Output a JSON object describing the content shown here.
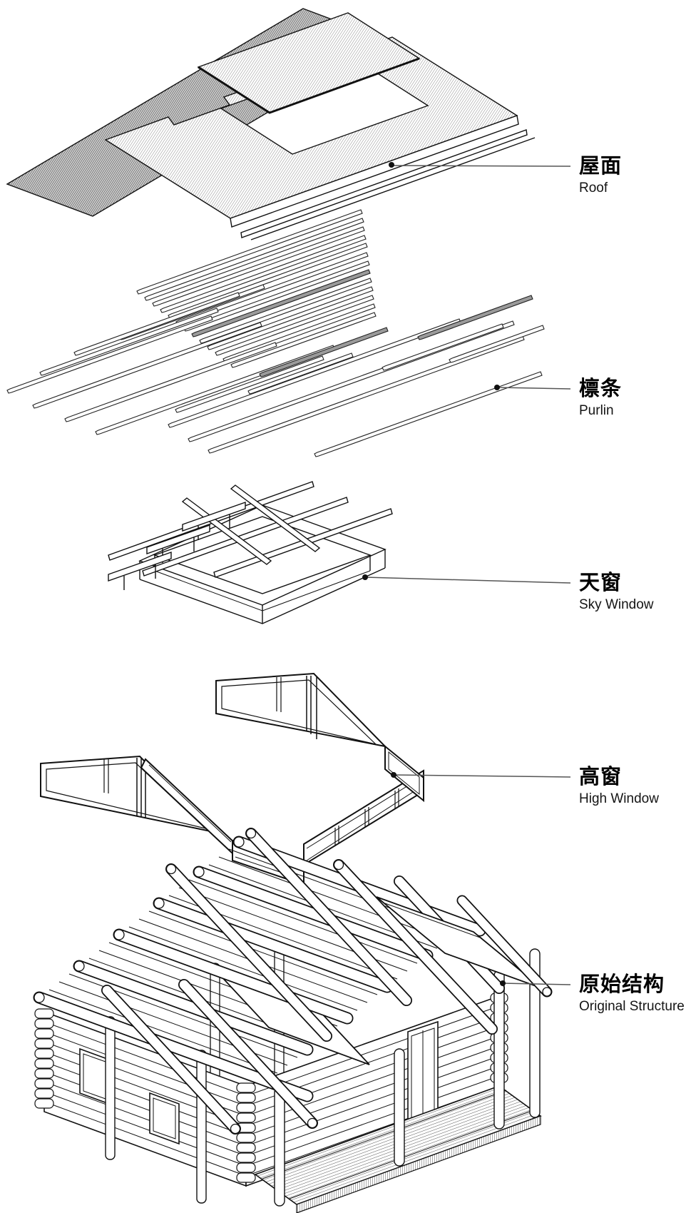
{
  "diagram": {
    "kind": "exploded-axonometric-architecture",
    "layers": [
      {
        "id": "roof",
        "zh": "屋面",
        "en": "Roof"
      },
      {
        "id": "purlin",
        "zh": "檩条",
        "en": "Purlin"
      },
      {
        "id": "sky-window",
        "zh": "天窗",
        "en": "Sky Window"
      },
      {
        "id": "high-window",
        "zh": "高窗",
        "en": "High Window"
      },
      {
        "id": "original-structure",
        "zh": "原始结构",
        "en": "Original Structure"
      }
    ],
    "colors": {
      "line": "#111111",
      "leader": "#555555",
      "hatch_light": "#6e6e6e",
      "hatch_dark": "#333333",
      "shaded_bar": "#9a9a9a",
      "background": "#ffffff"
    }
  }
}
